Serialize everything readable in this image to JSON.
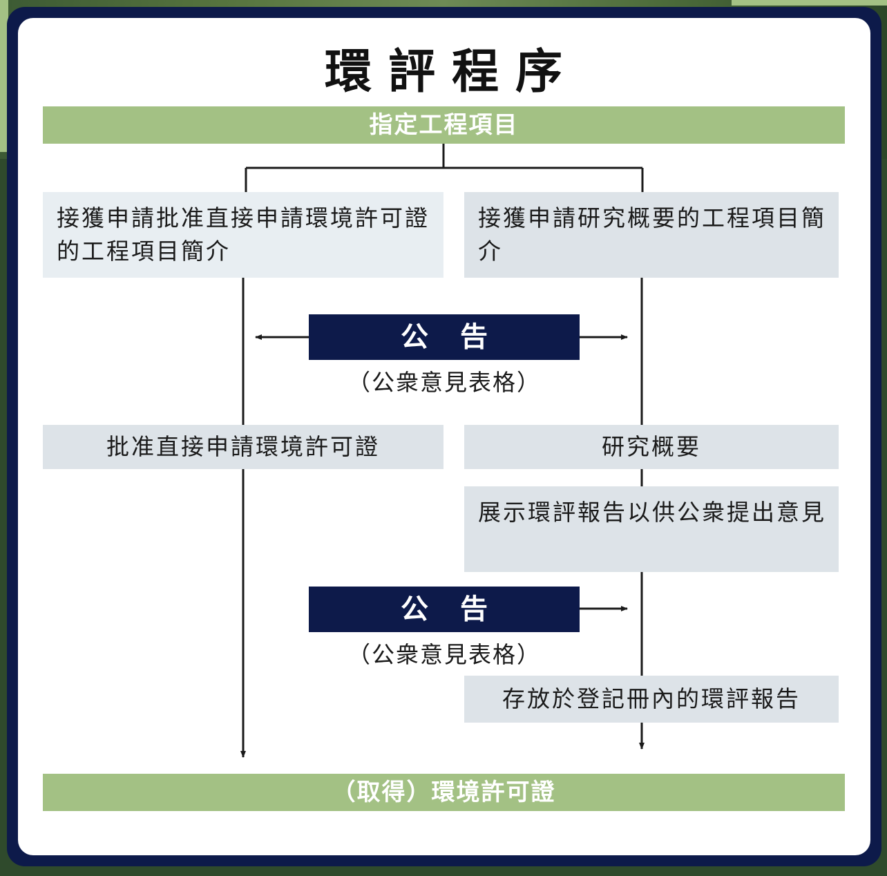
{
  "title": "環評程序",
  "start": "指定工程項目",
  "left_branch": {
    "step1": "接獲申請批准直接申請環境許可證的工程項目簡介",
    "step2": "批准直接申請環境許可證"
  },
  "right_branch": {
    "step1": "接獲申請研究概要的工程項目簡介",
    "step2": "研究概要",
    "step3": "展示環評報告以供公衆提出意見",
    "step4": "存放於登記冊內的環評報告"
  },
  "notice1": {
    "label": "公告",
    "sub": "（公衆意見表格）"
  },
  "notice2": {
    "label": "公告",
    "sub": "（公衆意見表格）"
  },
  "end": "（取得）環境許可證",
  "colors": {
    "green": "#a3c184",
    "navy": "#0d1a4a",
    "box": "#dde3e8"
  }
}
